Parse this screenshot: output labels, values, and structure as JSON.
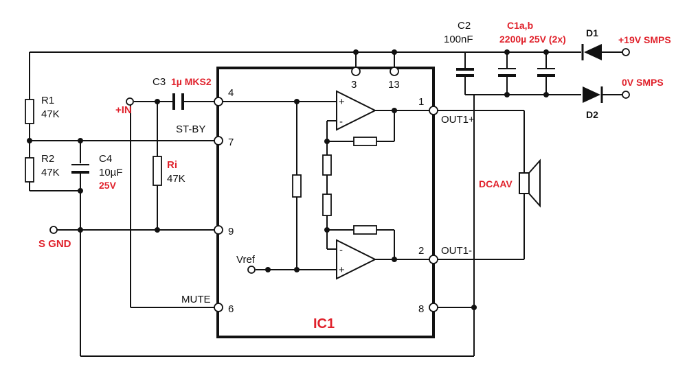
{
  "components": {
    "r1": {
      "name": "R1",
      "value": "47K"
    },
    "r2": {
      "name": "R2",
      "value": "47K"
    },
    "c4": {
      "name": "C4",
      "value": "10µF",
      "voltage": "25V"
    },
    "ri": {
      "name": "Ri",
      "value": "47K"
    },
    "c3": {
      "name": "C3",
      "value": "1µ MKS2"
    },
    "c2": {
      "name": "C2",
      "value": "100nF"
    },
    "c1": {
      "name": "C1a,b",
      "value": "2200µ 25V  (2x)"
    },
    "d1": {
      "name": "D1"
    },
    "d2": {
      "name": "D2"
    },
    "ic": {
      "name": "IC1"
    },
    "speaker": {
      "name": "DCAAV"
    }
  },
  "nets": {
    "plus_in": "+IN",
    "s_gnd": "S GND",
    "vref": "Vref",
    "st_by": "ST-BY",
    "mute": "MUTE",
    "out_plus": "OUT1+",
    "out_minus": "OUT1-",
    "v_plus": "+19V SMPS",
    "v_zero": "0V SMPS"
  },
  "pins": {
    "p4": "4",
    "p7": "7",
    "p9": "9",
    "p6": "6",
    "p3": "3",
    "p13": "13",
    "p1": "1",
    "p2": "2",
    "p8": "8"
  },
  "opamp_signs": {
    "plus": "+",
    "minus": "-"
  }
}
